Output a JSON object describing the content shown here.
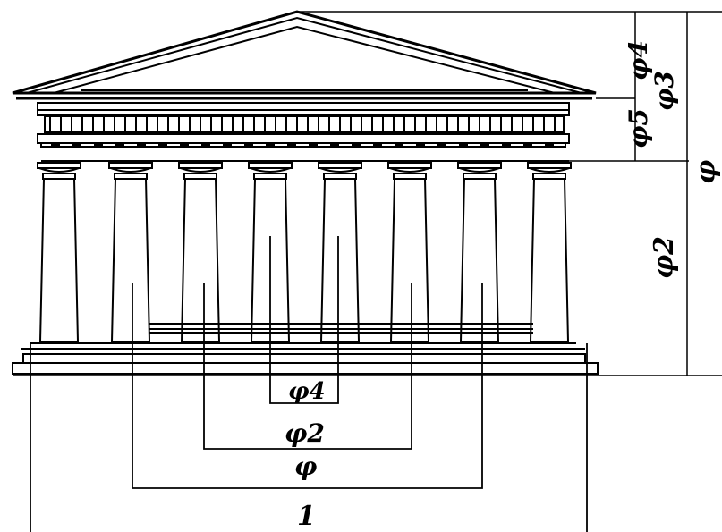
{
  "diagram": {
    "description_labels": {
      "phi4_right": "φ4",
      "phi3_right": "φ3",
      "phi5_right": "φ5",
      "phi_right": "φ",
      "phi2_right": "φ2",
      "phi4_bottom": "φ4",
      "phi2_bottom": "φ2",
      "phi_bottom": "φ",
      "one_bottom": "1"
    },
    "colors": {
      "ink": "#000000",
      "paper": "#ffffff"
    }
  }
}
